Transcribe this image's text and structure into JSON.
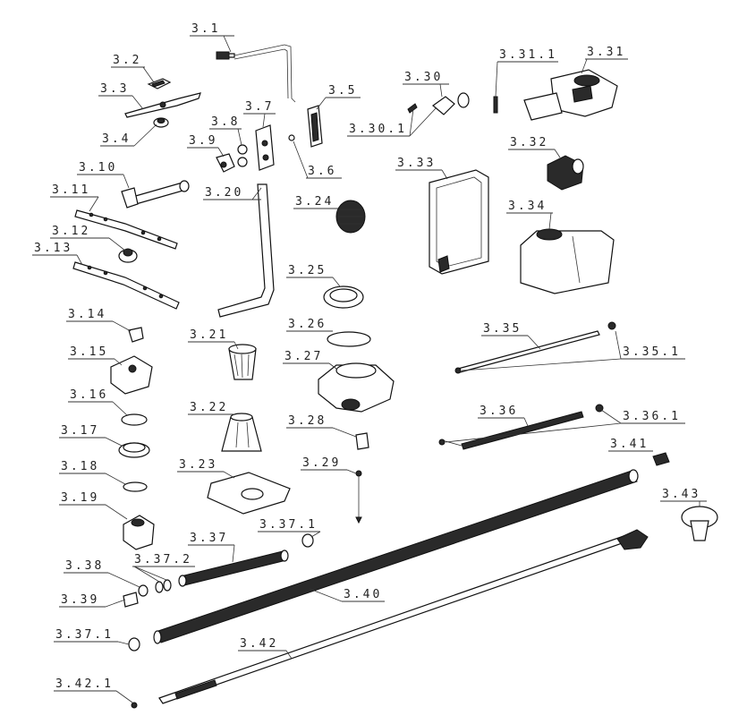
{
  "labels": {
    "p3_1": "3.1",
    "p3_2": "3.2",
    "p3_3": "3.3",
    "p3_4": "3.4",
    "p3_5": "3.5",
    "p3_6": "3.6",
    "p3_7": "3.7",
    "p3_8": "3.8",
    "p3_9": "3.9",
    "p3_10": "3.10",
    "p3_11": "3.11",
    "p3_12": "3.12",
    "p3_13": "3.13",
    "p3_14": "3.14",
    "p3_15": "3.15",
    "p3_16": "3.16",
    "p3_17": "3.17",
    "p3_18": "3.18",
    "p3_19": "3.19",
    "p3_20": "3.20",
    "p3_21": "3.21",
    "p3_22": "3.22",
    "p3_23": "3.23",
    "p3_24": "3.24",
    "p3_25": "3.25",
    "p3_26": "3.26",
    "p3_27": "3.27",
    "p3_28": "3.28",
    "p3_29": "3.29",
    "p3_30": "3.30",
    "p3_30_1": "3.30.1",
    "p3_31": "3.31",
    "p3_31_1": "3.31.1",
    "p3_32": "3.32",
    "p3_33": "3.33",
    "p3_34": "3.34",
    "p3_35": "3.35",
    "p3_35_1": "3.35.1",
    "p3_36": "3.36",
    "p3_36_1": "3.36.1",
    "p3_37": "3.37",
    "p3_37_1a": "3.37.1",
    "p3_37_1b": "3.37.1",
    "p3_37_2": "3.37.2",
    "p3_38": "3.38",
    "p3_39": "3.39",
    "p3_40": "3.40",
    "p3_41": "3.41",
    "p3_42": "3.42",
    "p3_42_1": "3.42.1",
    "p3_43": "3.43"
  }
}
